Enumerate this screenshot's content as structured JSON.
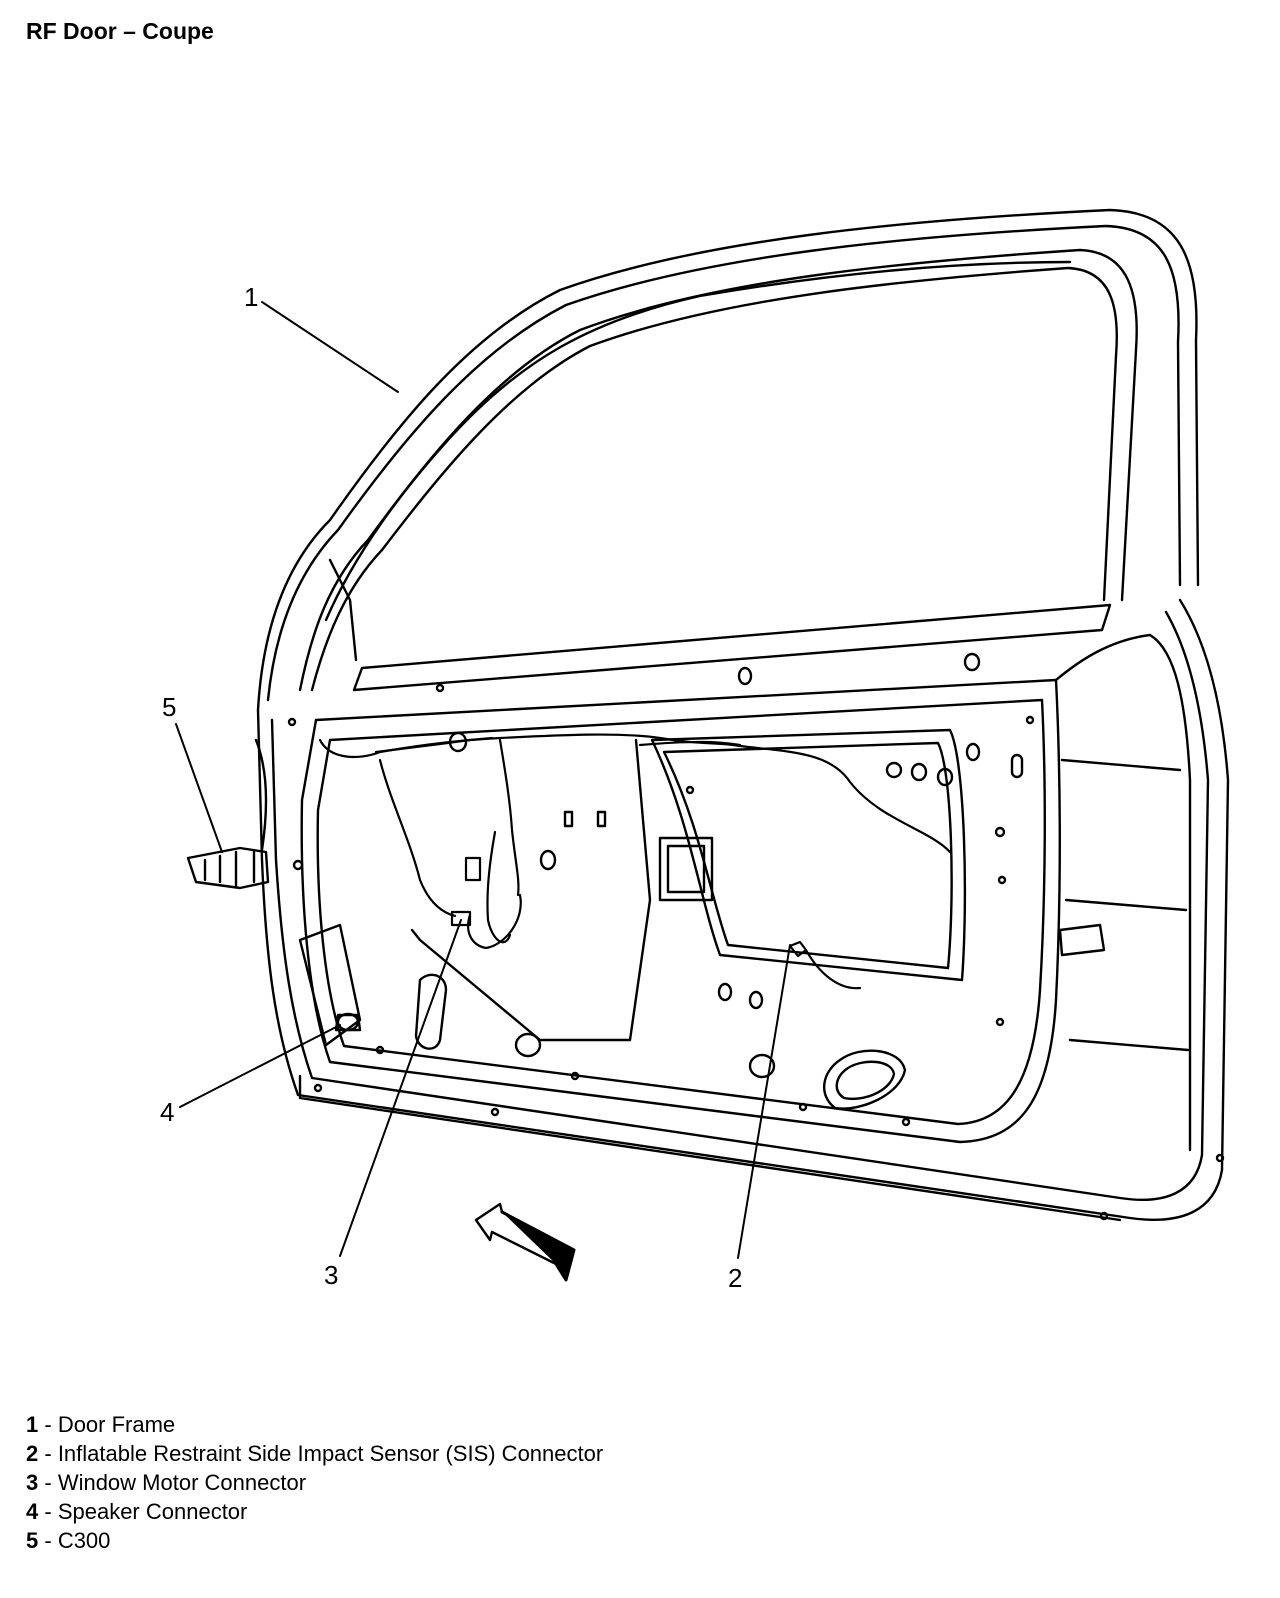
{
  "title": "RF Door – Coupe",
  "callouts": [
    "1",
    "2",
    "3",
    "4",
    "5"
  ],
  "legend": [
    {
      "num": "1",
      "sep": " - ",
      "text": "Door Frame"
    },
    {
      "num": "2",
      "sep": " - ",
      "text": "Inflatable Restraint Side Impact Sensor (SIS) Connector"
    },
    {
      "num": "3",
      "sep": " - ",
      "text": "Window Motor Connector"
    },
    {
      "num": "4",
      "sep": " - ",
      "text": "Speaker Connector"
    },
    {
      "num": "5",
      "sep": " - ",
      "text": "C300"
    }
  ]
}
